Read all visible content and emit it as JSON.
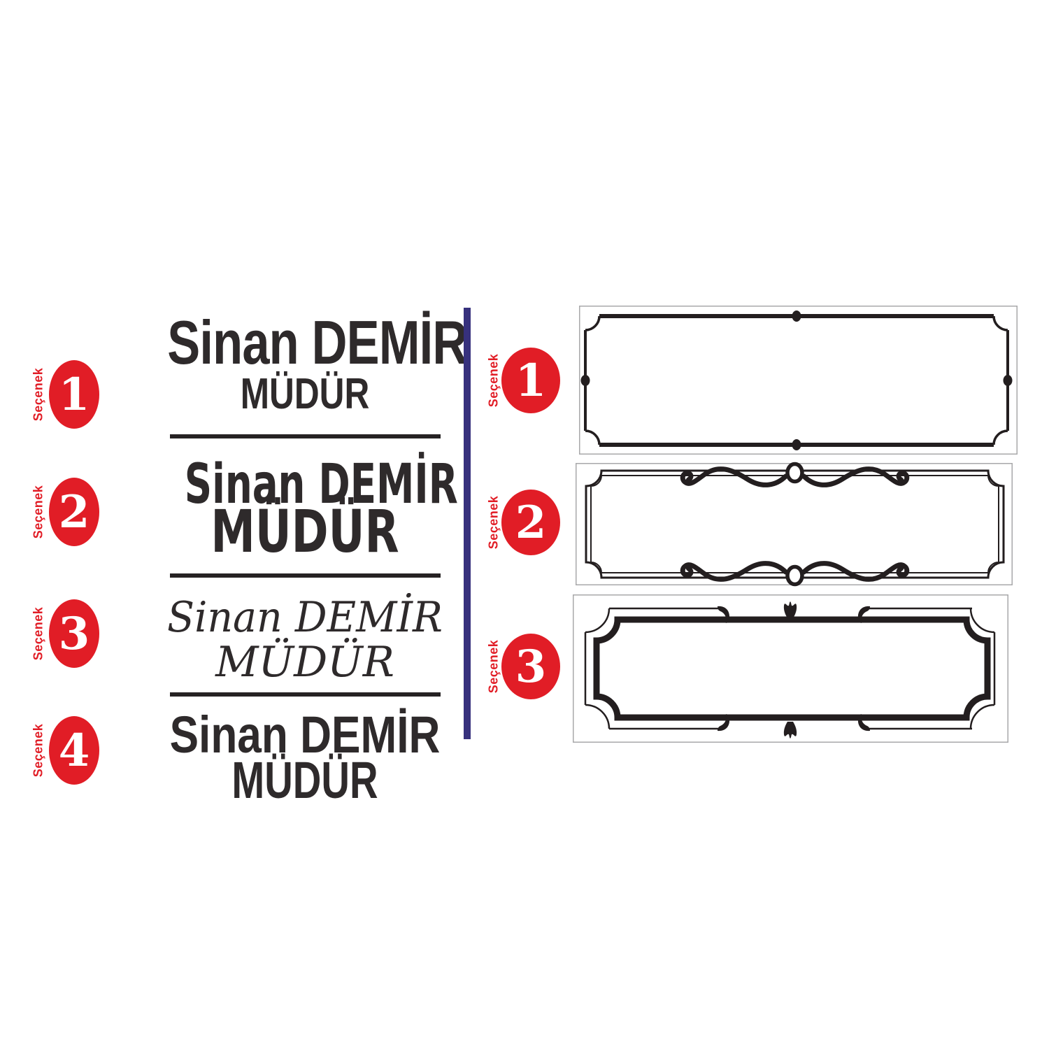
{
  "colors": {
    "red": "#e11d26",
    "purple": "#37317d",
    "ink": "#2e2a2b",
    "frame_black": "#231e1f",
    "box_border": "#a8a8aa",
    "background": "#ffffff"
  },
  "left_panel": {
    "options": [
      {
        "number": "1",
        "label": "Seçenek",
        "name": "Sinan DEMİR",
        "title": "MÜDÜR"
      },
      {
        "number": "2",
        "label": "Seçenek",
        "name": "Sinan DEMİR",
        "title": "MÜDÜR"
      },
      {
        "number": "3",
        "label": "Seçenek",
        "name": "Sinan DEMİR",
        "title": "MÜDÜR"
      },
      {
        "number": "4",
        "label": "Seçenek",
        "name": "Sinan DEMİR",
        "title": "MÜDÜR"
      }
    ]
  },
  "right_panel": {
    "options": [
      {
        "number": "1",
        "label": "Seçenek",
        "frame_style": "notched-corners-with-dots"
      },
      {
        "number": "2",
        "label": "Seçenek",
        "frame_style": "double-line-scroll-ornament"
      },
      {
        "number": "3",
        "label": "Seçenek",
        "frame_style": "double-line-tulip-and-arrows"
      }
    ]
  }
}
